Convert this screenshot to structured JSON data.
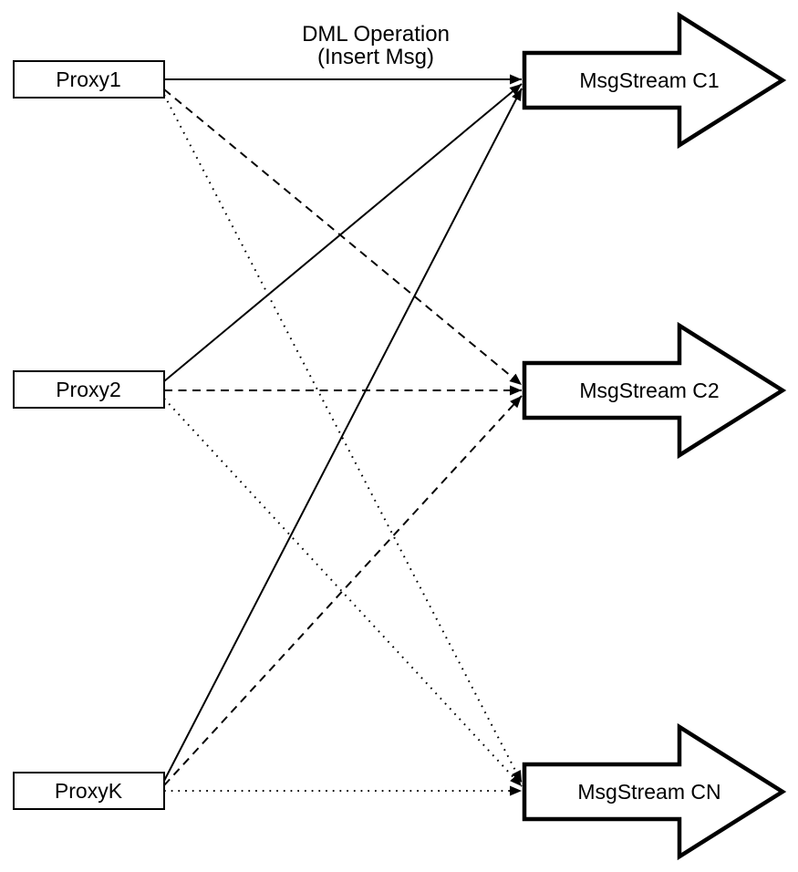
{
  "diagram": {
    "edge_label": {
      "line1": "DML Operation",
      "line2": "(Insert Msg)"
    },
    "proxies": [
      {
        "id": "proxy1",
        "label": "Proxy1"
      },
      {
        "id": "proxy2",
        "label": "Proxy2"
      },
      {
        "id": "proxyk",
        "label": "ProxyK"
      }
    ],
    "streams": [
      {
        "id": "c1",
        "label": "MsgStream C1"
      },
      {
        "id": "c2",
        "label": "MsgStream C2"
      },
      {
        "id": "cn",
        "label": "MsgStream CN"
      }
    ],
    "edges": [
      {
        "from": "proxy1",
        "to": "c1",
        "style": "solid"
      },
      {
        "from": "proxy1",
        "to": "c2",
        "style": "dashed"
      },
      {
        "from": "proxy1",
        "to": "cn",
        "style": "dotted"
      },
      {
        "from": "proxy2",
        "to": "c1",
        "style": "solid"
      },
      {
        "from": "proxy2",
        "to": "c2",
        "style": "dashed"
      },
      {
        "from": "proxy2",
        "to": "cn",
        "style": "dotted"
      },
      {
        "from": "proxyk",
        "to": "c1",
        "style": "solid"
      },
      {
        "from": "proxyk",
        "to": "c2",
        "style": "dashed"
      },
      {
        "from": "proxyk",
        "to": "cn",
        "style": "dotted"
      }
    ],
    "colors": {
      "stroke": "#000000",
      "background": "#ffffff"
    }
  }
}
